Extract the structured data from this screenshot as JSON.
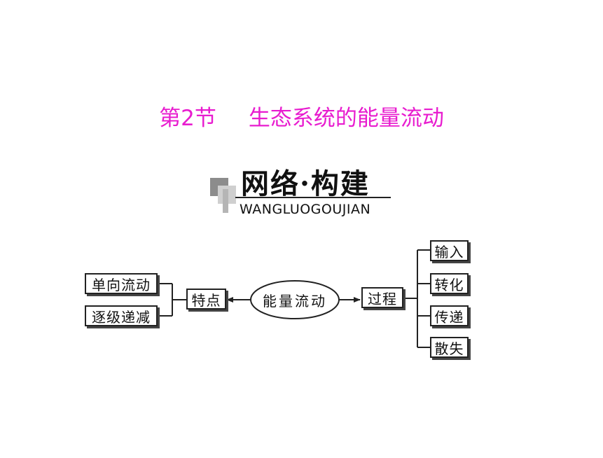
{
  "title": {
    "section": "第2节",
    "topic": "生态系统的能量流动"
  },
  "banner": {
    "heading": "网络·构建",
    "subtitle": "WANGLUOGOUJIAN"
  },
  "diagram": {
    "center": "能量流动",
    "left_node": "特点",
    "left_items": [
      "单向流动",
      "逐级递减"
    ],
    "right_node": "过程",
    "right_items": [
      "输入",
      "转化",
      "传递",
      "散失"
    ]
  }
}
